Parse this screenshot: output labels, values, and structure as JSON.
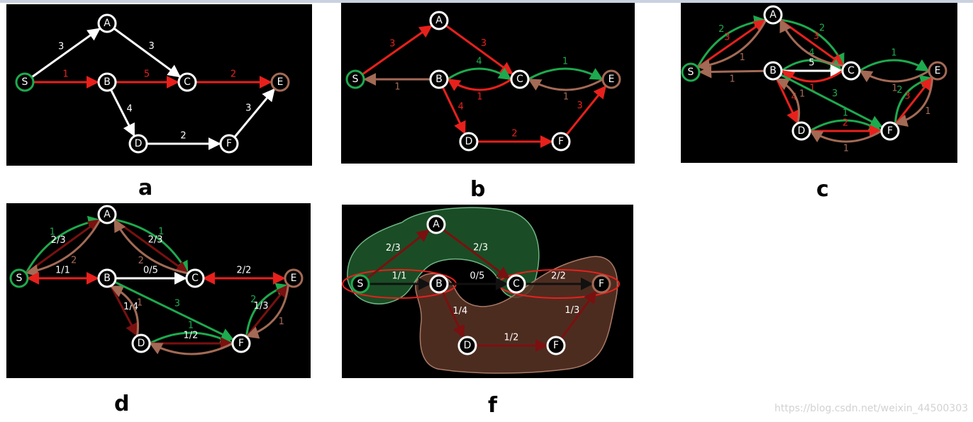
{
  "watermark": "https://blog.csdn.net/weixin_44500303",
  "colors": {
    "white": "#ffffff",
    "red": "#e8201c",
    "green": "#1daa4e",
    "brown": "#a36a55",
    "darkred": "#7a1010"
  },
  "panels": {
    "a": {
      "label": "a",
      "nodes": [
        {
          "id": "S",
          "label": "S",
          "ring": "green"
        },
        {
          "id": "A",
          "label": "A",
          "ring": "white"
        },
        {
          "id": "B",
          "label": "B",
          "ring": "white"
        },
        {
          "id": "C",
          "label": "C",
          "ring": "white"
        },
        {
          "id": "E",
          "label": "E",
          "ring": "brown"
        },
        {
          "id": "D",
          "label": "D",
          "ring": "white"
        },
        {
          "id": "F",
          "label": "F",
          "ring": "white"
        }
      ],
      "edges": [
        {
          "from": "S",
          "to": "A",
          "color": "white",
          "label": "3",
          "label_color": "white"
        },
        {
          "from": "A",
          "to": "C",
          "color": "white",
          "label": "3",
          "label_color": "white"
        },
        {
          "from": "S",
          "to": "B",
          "color": "red",
          "label": "1",
          "label_color": "red"
        },
        {
          "from": "B",
          "to": "C",
          "color": "red",
          "label": "5",
          "label_color": "red"
        },
        {
          "from": "C",
          "to": "E",
          "color": "red",
          "label": "2",
          "label_color": "red"
        },
        {
          "from": "B",
          "to": "D",
          "color": "white",
          "label": "4",
          "label_color": "white"
        },
        {
          "from": "D",
          "to": "F",
          "color": "white",
          "label": "2",
          "label_color": "white"
        },
        {
          "from": "F",
          "to": "E",
          "color": "white",
          "label": "3",
          "label_color": "white"
        }
      ]
    },
    "b": {
      "label": "b",
      "nodes": [
        {
          "id": "S",
          "label": "S",
          "ring": "green"
        },
        {
          "id": "A",
          "label": "A",
          "ring": "white"
        },
        {
          "id": "B",
          "label": "B",
          "ring": "white"
        },
        {
          "id": "C",
          "label": "C",
          "ring": "white"
        },
        {
          "id": "E",
          "label": "E",
          "ring": "brown"
        },
        {
          "id": "D",
          "label": "D",
          "ring": "white"
        },
        {
          "id": "F",
          "label": "F",
          "ring": "white"
        }
      ],
      "edges": [
        {
          "from": "S",
          "to": "A",
          "color": "red",
          "label": "3",
          "label_color": "red"
        },
        {
          "from": "A",
          "to": "C",
          "color": "red",
          "label": "3",
          "label_color": "red"
        },
        {
          "from": "B",
          "to": "S",
          "color": "brown",
          "label": "1",
          "label_color": "brown"
        },
        {
          "from": "B",
          "to": "C",
          "color": "green",
          "curve": -1,
          "label": "4",
          "label_color": "green"
        },
        {
          "from": "C",
          "to": "B",
          "color": "red",
          "curve": -1,
          "label": "1",
          "label_color": "red"
        },
        {
          "from": "C",
          "to": "E",
          "color": "green",
          "curve": -1,
          "label": "1",
          "label_color": "green"
        },
        {
          "from": "E",
          "to": "C",
          "color": "brown",
          "curve": -1,
          "label": "1",
          "label_color": "brown"
        },
        {
          "from": "B",
          "to": "D",
          "color": "red",
          "label": "4",
          "label_color": "red"
        },
        {
          "from": "D",
          "to": "F",
          "color": "red",
          "label": "2",
          "label_color": "red"
        },
        {
          "from": "F",
          "to": "E",
          "color": "red",
          "label": "3",
          "label_color": "red"
        }
      ]
    },
    "c": {
      "label": "c",
      "nodes": [
        {
          "id": "S",
          "label": "S",
          "ring": "green"
        },
        {
          "id": "A",
          "label": "A",
          "ring": "white"
        },
        {
          "id": "B",
          "label": "B",
          "ring": "white"
        },
        {
          "id": "C",
          "label": "C",
          "ring": "white"
        },
        {
          "id": "E",
          "label": "E",
          "ring": "brown"
        },
        {
          "id": "D",
          "label": "D",
          "ring": "white"
        },
        {
          "id": "F",
          "label": "F",
          "ring": "white"
        }
      ],
      "edges": [
        {
          "from": "S",
          "to": "A",
          "color": "green",
          "curve": -1,
          "label": "2",
          "label_color": "green"
        },
        {
          "from": "S",
          "to": "A",
          "color": "red",
          "label": "3",
          "label_color": "red"
        },
        {
          "from": "A",
          "to": "S",
          "color": "brown",
          "curve": -1,
          "label": "1",
          "label_color": "brown"
        },
        {
          "from": "A",
          "to": "C",
          "color": "green",
          "curve": -1,
          "label": "2",
          "label_color": "green"
        },
        {
          "from": "A",
          "to": "C",
          "color": "red",
          "label": "3",
          "label_color": "red"
        },
        {
          "from": "B",
          "to": "S",
          "color": "brown",
          "label": "1",
          "label_color": "brown"
        },
        {
          "from": "B",
          "to": "C",
          "color": "green",
          "curve": -1,
          "label": "4",
          "label_color": "green"
        },
        {
          "from": "B",
          "to": "C",
          "color": "white",
          "label": "5",
          "label_color": "white"
        },
        {
          "from": "C",
          "to": "B",
          "color": "red",
          "curve": -1,
          "label": "1",
          "label_color": "red"
        },
        {
          "from": "C",
          "to": "A",
          "color": "brown",
          "curve": -1,
          "label": "",
          "label_color": "brown"
        },
        {
          "from": "C",
          "to": "E",
          "color": "green",
          "curve": -1,
          "label": "1",
          "label_color": "green"
        },
        {
          "from": "E",
          "to": "C",
          "color": "brown",
          "curve": -1,
          "label": "1",
          "label_color": "brown"
        },
        {
          "from": "B",
          "to": "D",
          "color": "red",
          "label": "4",
          "label_color": "red"
        },
        {
          "from": "D",
          "to": "B",
          "color": "brown",
          "curve": 1,
          "label": "1",
          "label_color": "brown"
        },
        {
          "from": "B",
          "to": "F",
          "color": "green",
          "label": "3",
          "label_color": "green"
        },
        {
          "from": "D",
          "to": "F",
          "color": "green",
          "curve": -1,
          "label": "1",
          "label_color": "green"
        },
        {
          "from": "D",
          "to": "F",
          "color": "red",
          "label": "2",
          "label_color": "red"
        },
        {
          "from": "F",
          "to": "D",
          "color": "brown",
          "curve": -1,
          "label": "1",
          "label_color": "brown"
        },
        {
          "from": "F",
          "to": "E",
          "color": "green",
          "curve": -1,
          "label": "2",
          "label_color": "green"
        },
        {
          "from": "F",
          "to": "E",
          "color": "red",
          "label": "3",
          "label_color": "red"
        },
        {
          "from": "E",
          "to": "F",
          "color": "brown",
          "curve": -1,
          "label": "1",
          "label_color": "brown"
        }
      ]
    },
    "d": {
      "label": "d",
      "nodes": [
        {
          "id": "S",
          "label": "S",
          "ring": "green"
        },
        {
          "id": "A",
          "label": "A",
          "ring": "white"
        },
        {
          "id": "B",
          "label": "B",
          "ring": "white"
        },
        {
          "id": "C",
          "label": "C",
          "ring": "white"
        },
        {
          "id": "E",
          "label": "E",
          "ring": "brown"
        },
        {
          "id": "D",
          "label": "D",
          "ring": "white"
        },
        {
          "id": "F",
          "label": "F",
          "ring": "white"
        }
      ],
      "edges": [
        {
          "from": "S",
          "to": "A",
          "color": "green",
          "curve": -1,
          "label": "1",
          "label_color": "green"
        },
        {
          "from": "S",
          "to": "A",
          "color": "darkred",
          "label": "2/3",
          "label_color": "white"
        },
        {
          "from": "A",
          "to": "S",
          "color": "brown",
          "curve": -1,
          "label": "2",
          "label_color": "brown"
        },
        {
          "from": "A",
          "to": "C",
          "color": "green",
          "curve": -1,
          "label": "1",
          "label_color": "green"
        },
        {
          "from": "A",
          "to": "C",
          "color": "darkred",
          "label": "2/3",
          "label_color": "white"
        },
        {
          "from": "C",
          "to": "A",
          "color": "brown",
          "curve": -1,
          "label": "2",
          "label_color": "brown"
        },
        {
          "from": "S",
          "to": "B",
          "color": "red",
          "both": true,
          "label": "1/1",
          "label_color": "white"
        },
        {
          "from": "B",
          "to": "C",
          "color": "white",
          "label": "0/5",
          "label_color": "white"
        },
        {
          "from": "C",
          "to": "E",
          "color": "red",
          "both": true,
          "label": "2/2",
          "label_color": "white"
        },
        {
          "from": "B",
          "to": "D",
          "color": "darkred",
          "label": "1/4",
          "label_color": "white"
        },
        {
          "from": "D",
          "to": "B",
          "color": "brown",
          "curve": 1,
          "label": "1",
          "label_color": "brown"
        },
        {
          "from": "B",
          "to": "F",
          "color": "green",
          "label": "3",
          "label_color": "green"
        },
        {
          "from": "D",
          "to": "F",
          "color": "green",
          "curve": -1,
          "label": "1",
          "label_color": "green"
        },
        {
          "from": "D",
          "to": "F",
          "color": "darkred",
          "label": "1/2",
          "label_color": "white"
        },
        {
          "from": "F",
          "to": "D",
          "color": "brown",
          "curve": -1,
          "label": "",
          "label_color": "brown"
        },
        {
          "from": "F",
          "to": "E",
          "color": "green",
          "curve": -1,
          "label": "2",
          "label_color": "green"
        },
        {
          "from": "F",
          "to": "E",
          "color": "darkred",
          "label": "1/3",
          "label_color": "white"
        },
        {
          "from": "E",
          "to": "F",
          "color": "brown",
          "curve": -1,
          "label": "1",
          "label_color": "brown"
        }
      ]
    },
    "f": {
      "label": "f",
      "nodes": [
        {
          "id": "S",
          "label": "S",
          "ring": "green"
        },
        {
          "id": "A",
          "label": "A",
          "ring": "white"
        },
        {
          "id": "B",
          "label": "B",
          "ring": "white"
        },
        {
          "id": "C",
          "label": "C",
          "ring": "white"
        },
        {
          "id": "E",
          "label": "F",
          "ring": "brown"
        },
        {
          "id": "D",
          "label": "D",
          "ring": "white"
        },
        {
          "id": "F",
          "label": "F",
          "ring": "white"
        }
      ],
      "edges": [
        {
          "from": "S",
          "to": "A",
          "color": "darkred",
          "label": "2/3",
          "label_color": "white"
        },
        {
          "from": "A",
          "to": "C",
          "color": "darkred",
          "label": "2/3",
          "label_color": "white"
        },
        {
          "from": "S",
          "to": "B",
          "color": "black",
          "label": "1/1",
          "label_color": "white"
        },
        {
          "from": "B",
          "to": "C",
          "color": "black",
          "label": "0/5",
          "label_color": "white"
        },
        {
          "from": "C",
          "to": "E",
          "color": "black",
          "label": "2/2",
          "label_color": "white"
        },
        {
          "from": "B",
          "to": "D",
          "color": "darkred",
          "label": "1/4",
          "label_color": "white"
        },
        {
          "from": "D",
          "to": "F",
          "color": "darkred",
          "label": "1/2",
          "label_color": "white"
        },
        {
          "from": "F",
          "to": "E",
          "color": "darkred",
          "label": "1/3",
          "label_color": "white"
        }
      ]
    }
  }
}
